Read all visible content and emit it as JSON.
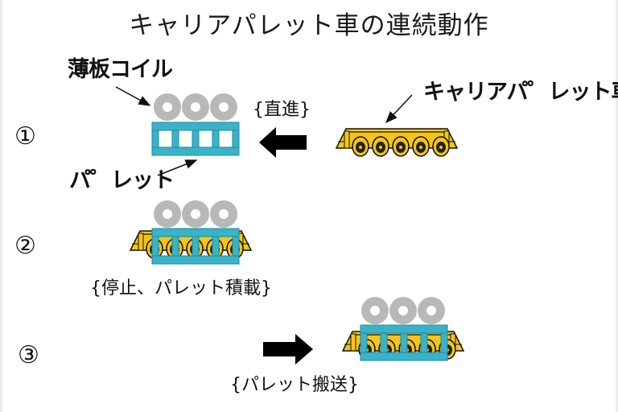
{
  "title": "キャリアパレット車の連続動作",
  "labels": {
    "coil": "薄板コイル",
    "pallet": "パ゜レット",
    "carrier": "キャリアパ゜レット車"
  },
  "steps": [
    {
      "number": "①",
      "caption": "{直進}",
      "arrow": "left"
    },
    {
      "number": "②",
      "caption": "{停止、パレット積載}",
      "arrow": "none"
    },
    {
      "number": "③",
      "caption": "{パレット搬送}",
      "arrow": "right"
    }
  ],
  "colors": {
    "pallet": "#3ab3c8",
    "pallet_dark": "#1f8aa0",
    "cart": "#f5c518",
    "coil": "#b8b8b8",
    "arrow": "#000000"
  },
  "counts": {
    "coils": 3,
    "wheels": 5
  }
}
